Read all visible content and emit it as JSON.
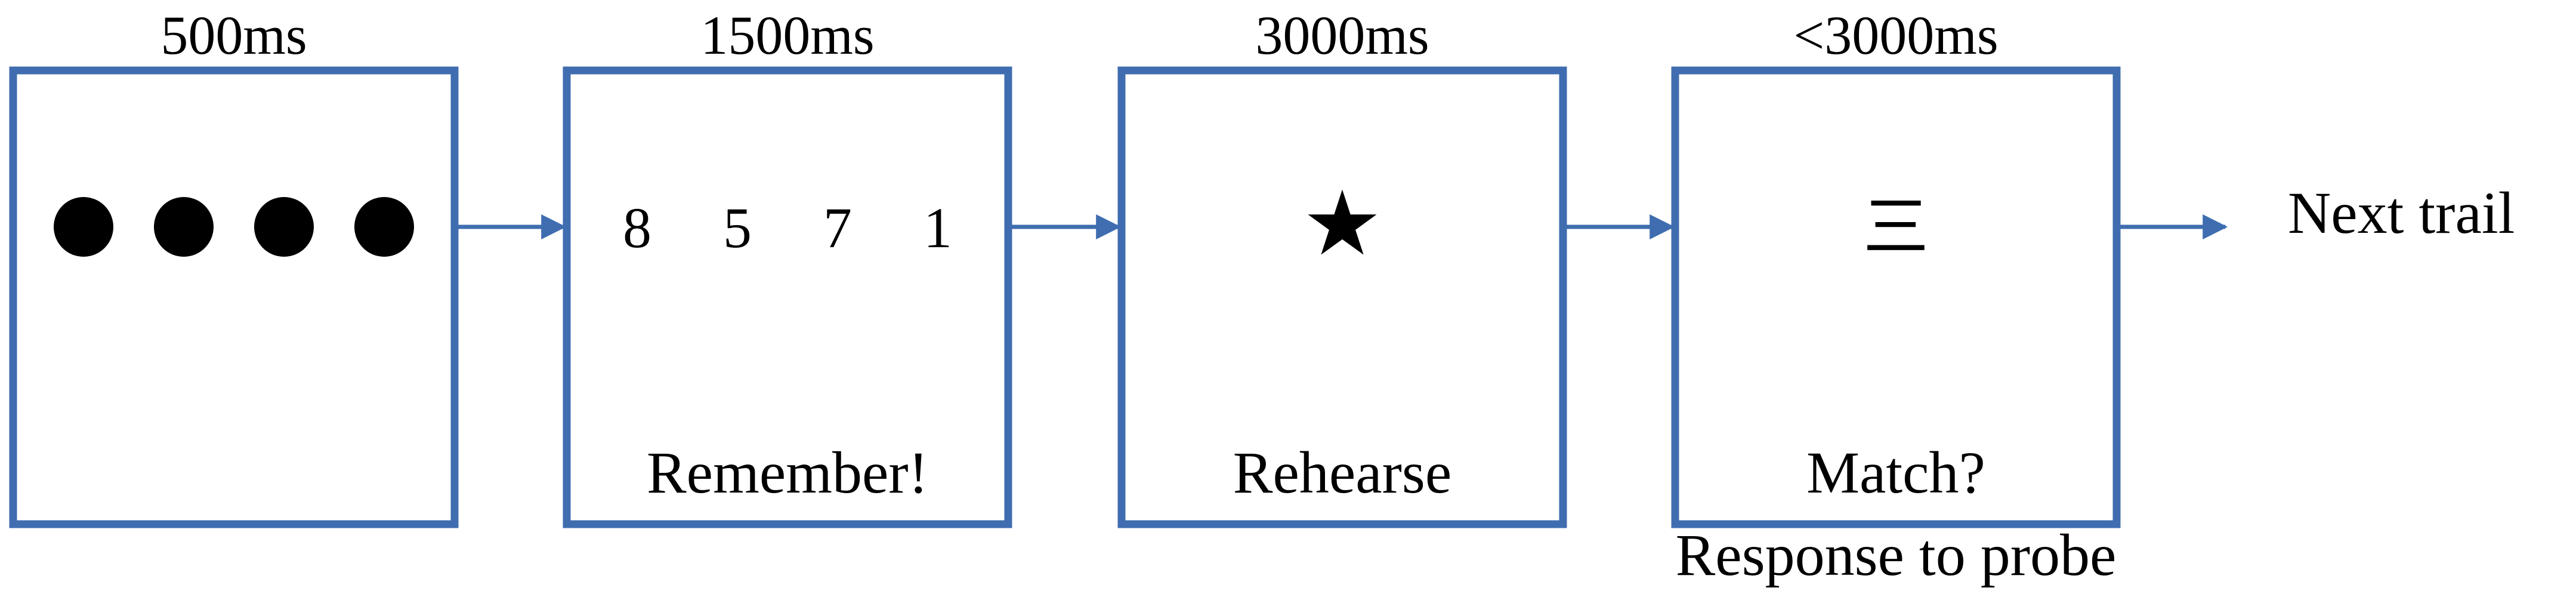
{
  "colors": {
    "frame": "#3F6DB0",
    "arrow": "#3F6DB0",
    "content": "#000000",
    "background": "#FFFFFF"
  },
  "steps": [
    {
      "duration": "500ms",
      "content_type": "dots",
      "dot_count": 4,
      "caption": []
    },
    {
      "duration": "1500ms",
      "content_type": "digits",
      "digits": [
        "8",
        "5",
        "7",
        "1"
      ],
      "caption": [
        "Remember!"
      ]
    },
    {
      "duration": "3000ms",
      "content_type": "symbol",
      "symbol": "★",
      "caption": [
        "Rehearse"
      ]
    },
    {
      "duration": "<3000ms",
      "content_type": "symbol",
      "symbol": "三",
      "caption": [
        "Match?",
        "Response to probe"
      ]
    }
  ],
  "next_label": "Next trail"
}
